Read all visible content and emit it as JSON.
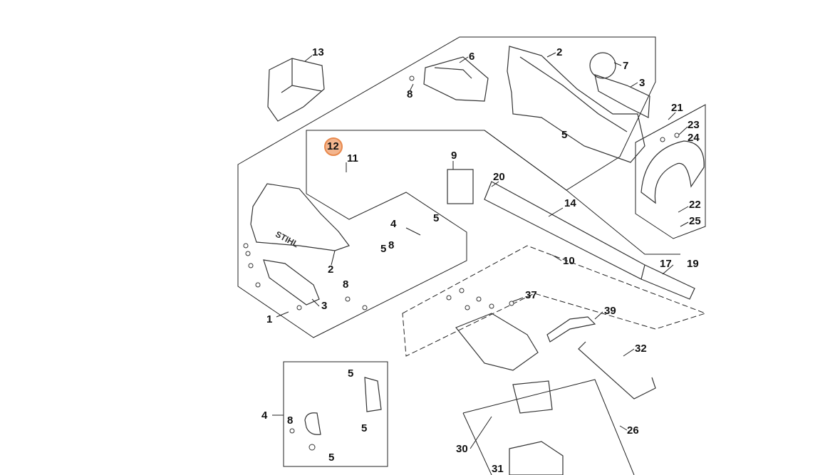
{
  "parts": {
    "p13": "13",
    "p6": "6",
    "p8a": "8",
    "p2a": "2",
    "p7": "7",
    "p3a": "3",
    "p21": "21",
    "p23": "23",
    "p24": "24",
    "p5a": "5",
    "p12": "12",
    "p11": "11",
    "p9": "9",
    "p20": "20",
    "p14": "14",
    "p22": "22",
    "p25": "25",
    "p4a": "4",
    "p5b": "5",
    "p8b": "8",
    "p5c": "5",
    "p10": "10",
    "p2b": "2",
    "p17": "17",
    "p19": "19",
    "p8c": "8",
    "p3b": "3",
    "p37": "37",
    "p39": "39",
    "p1": "1",
    "p32": "32",
    "p5d": "5",
    "p4b": "4",
    "p8d": "8",
    "p5e": "5",
    "p5f": "5",
    "p30": "30",
    "p26": "26",
    "p31": "31"
  },
  "highlighted_part": "12",
  "colors": {
    "highlight_fill": "#f3b58e",
    "highlight_ring": "#e8894d",
    "line": "#222222"
  }
}
